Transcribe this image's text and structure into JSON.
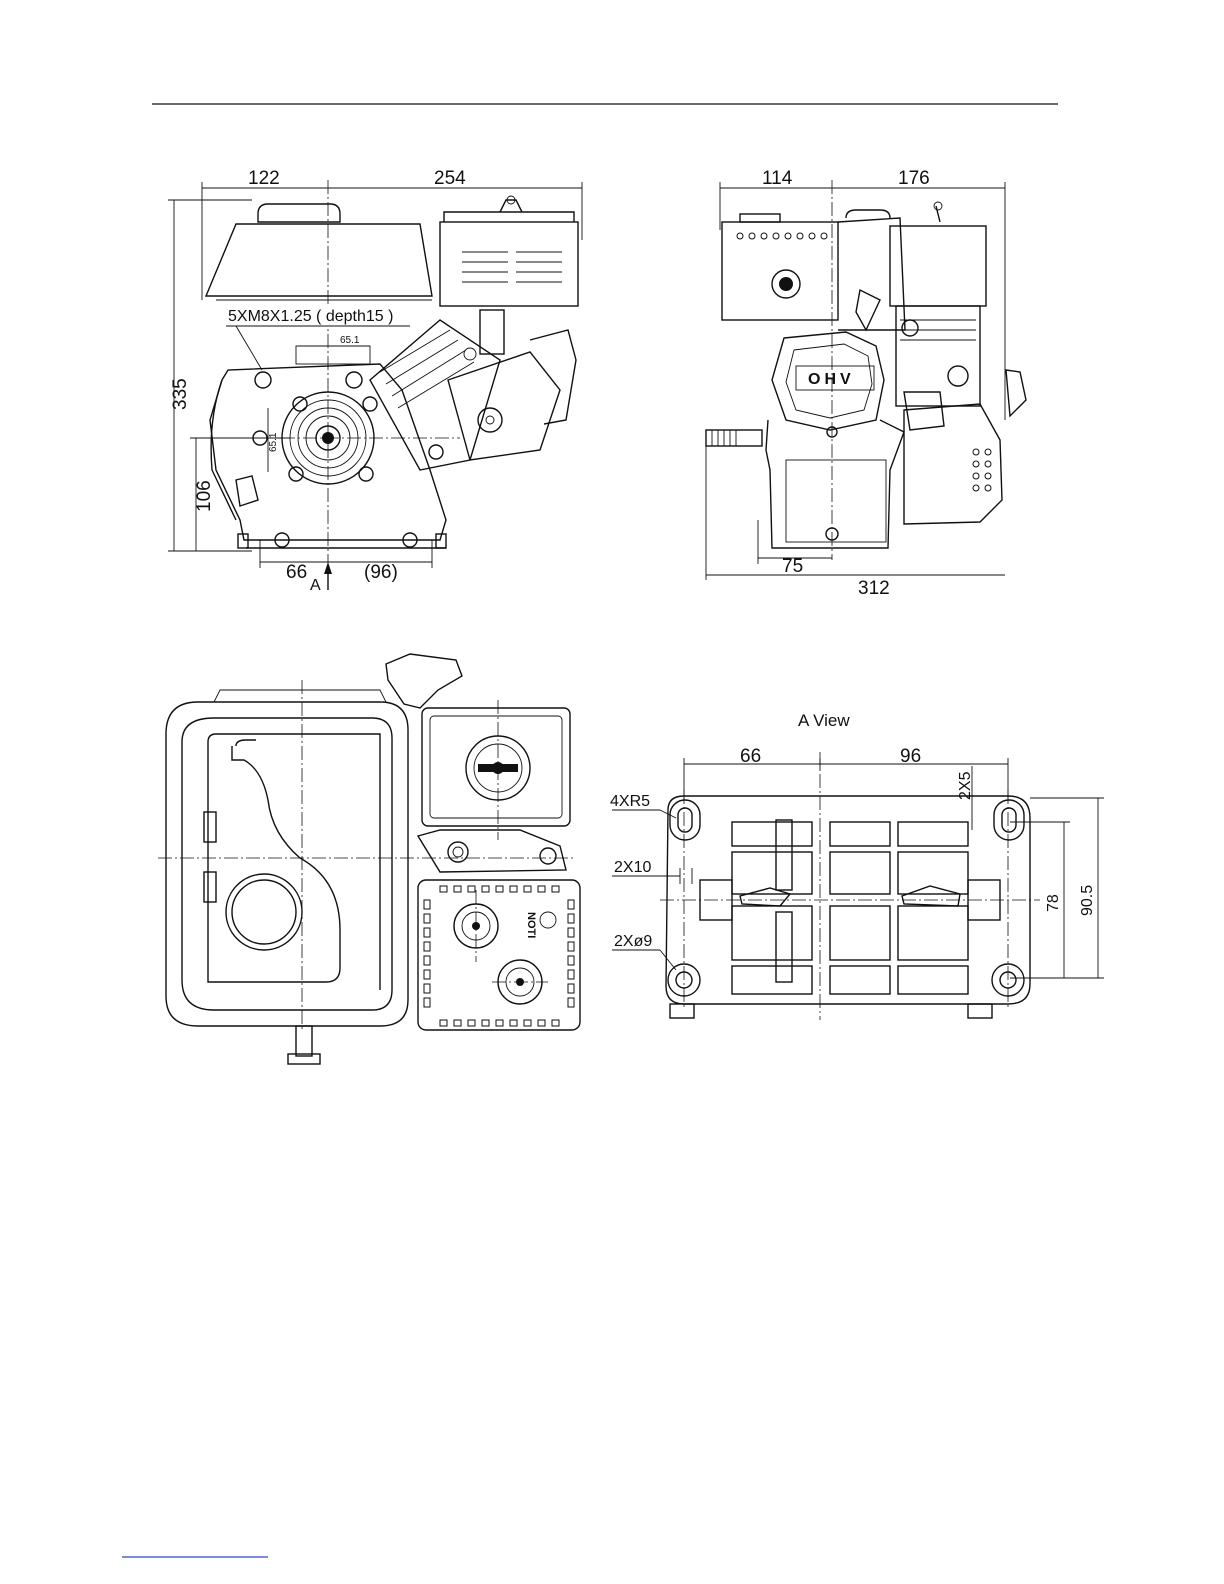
{
  "side_view": {
    "dim_left_top": "122",
    "dim_right_top": "254",
    "dim_height": "335",
    "dim_shaft_height": "106",
    "dim_bottom_left": "66",
    "dim_bottom_right": "(96)",
    "view_arrow_label": "A",
    "thread_note": "5XM8X1.25 ( depth15 )",
    "bolt_circle_h": "65.1",
    "bolt_circle_v": "65.1"
  },
  "front_view": {
    "dim_left_top": "114",
    "dim_right_top": "176",
    "dim_bottom_inner": "75",
    "dim_bottom_total": "312",
    "cover_mark": "OHV"
  },
  "top_view": {
    "cover_mark": "NOTI"
  },
  "a_view": {
    "title": "A  View",
    "dim_left": "66",
    "dim_right": "96",
    "slot_label": "4XR5",
    "slot_width_label": "2X10",
    "hole_label": "2Xø9",
    "slot_offset_label": "2X5",
    "dim_inner_height": "78",
    "dim_outer_height": "90.5"
  }
}
